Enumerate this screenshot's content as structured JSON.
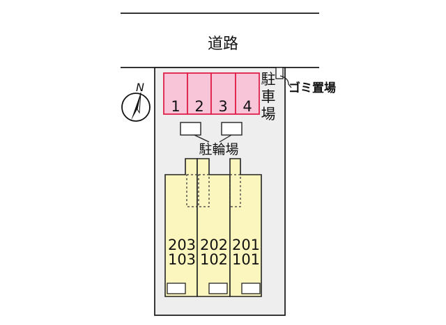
{
  "road": {
    "label": "道路"
  },
  "parking": {
    "label": "駐車場",
    "spaces": [
      "1",
      "2",
      "3",
      "4"
    ]
  },
  "garbage": {
    "label": "ゴミ置場"
  },
  "bicycle_parking": {
    "label": "駐輪場"
  },
  "north": {
    "label": "N"
  },
  "units": [
    {
      "upper": "203",
      "lower": "103"
    },
    {
      "upper": "202",
      "lower": "102"
    },
    {
      "upper": "201",
      "lower": "101"
    }
  ],
  "colors": {
    "lot": "#eeeeee",
    "parking_fill": "#f7c4d8",
    "parking_stroke": "#e0204a",
    "building": "#fbf6bd",
    "outline": "#222222"
  }
}
